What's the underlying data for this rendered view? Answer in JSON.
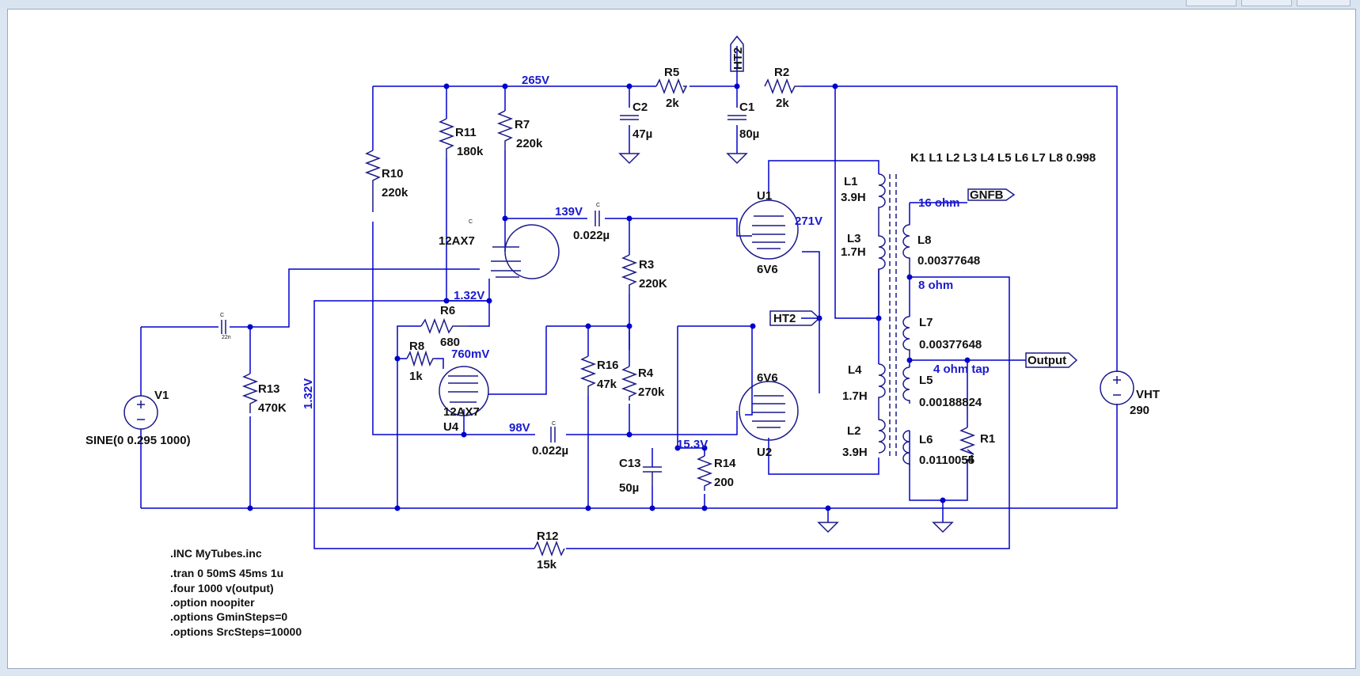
{
  "components": [
    {
      "ref": "R5",
      "value": "2k"
    },
    {
      "ref": "R2",
      "value": "2k"
    },
    {
      "ref": "C2",
      "value": "47µ"
    },
    {
      "ref": "C1",
      "value": "80µ"
    },
    {
      "ref": "R11",
      "value": "180k"
    },
    {
      "ref": "R7",
      "value": "220k"
    },
    {
      "ref": "R10",
      "value": "220k"
    },
    {
      "ref": "R3",
      "value": "220K"
    },
    {
      "ref": "R6",
      "value": "680"
    },
    {
      "ref": "R8",
      "value": "1k"
    },
    {
      "ref": "R16",
      "value": "47k"
    },
    {
      "ref": "R4",
      "value": "270k"
    },
    {
      "ref": "R13",
      "value": "470K"
    },
    {
      "ref": "R14",
      "value": "200"
    },
    {
      "ref": "C13",
      "value": "50µ"
    },
    {
      "ref": "R12",
      "value": "15k"
    },
    {
      "ref": "R1",
      "value": "4"
    },
    {
      "ref": "V1",
      "value": "SINE(0 0.295 1000)"
    },
    {
      "ref": "VHT",
      "value": "290"
    },
    {
      "ref": "L1",
      "value": "3.9H"
    },
    {
      "ref": "L3",
      "value": "1.7H"
    },
    {
      "ref": "L4",
      "value": "1.7H"
    },
    {
      "ref": "L2",
      "value": "3.9H"
    },
    {
      "ref": "L8",
      "value": "0.00377648"
    },
    {
      "ref": "L7",
      "value": "0.00377648"
    },
    {
      "ref": "L5",
      "value": "0.00188824"
    },
    {
      "ref": "L6",
      "value": "0.0110055"
    }
  ],
  "coupling_caps": [
    "0.022µ",
    "0.022µ"
  ],
  "tubes": [
    {
      "ref": "",
      "model": "12AX7"
    },
    {
      "ref": "U4",
      "model": "12AX7"
    },
    {
      "ref": "U1",
      "model": "6V6"
    },
    {
      "ref": "U2",
      "model": "6V6"
    }
  ],
  "net_labels": [
    "265V",
    "139V",
    "1.32V",
    "760mV",
    "98V",
    "15.3V",
    "271V",
    "1.32V",
    "16 ohm",
    "8 ohm",
    "4 ohm tap"
  ],
  "ports": [
    "HT2",
    "GNFB",
    "HT2",
    "Output"
  ],
  "tiny_labels": [
    "C",
    "22n",
    "C",
    "C",
    "C"
  ],
  "directives": {
    "coupling": "K1 L1 L2 L3 L4 L5 L6 L7 L8 0.998",
    "lines": [
      ".INC MyTubes.inc",
      ".tran 0 50mS 45ms 1u",
      ".four 1000 v(output)",
      ".option noopiter",
      ".options GminSteps=0",
      ".options SrcSteps=10000"
    ]
  },
  "colors": {
    "wire": "#0000cd",
    "net_label": "#1a1acd",
    "symbol": "#1a1a8c",
    "text": "#111111",
    "canvas": "#ffffff",
    "frame": "#dbe6f2"
  }
}
